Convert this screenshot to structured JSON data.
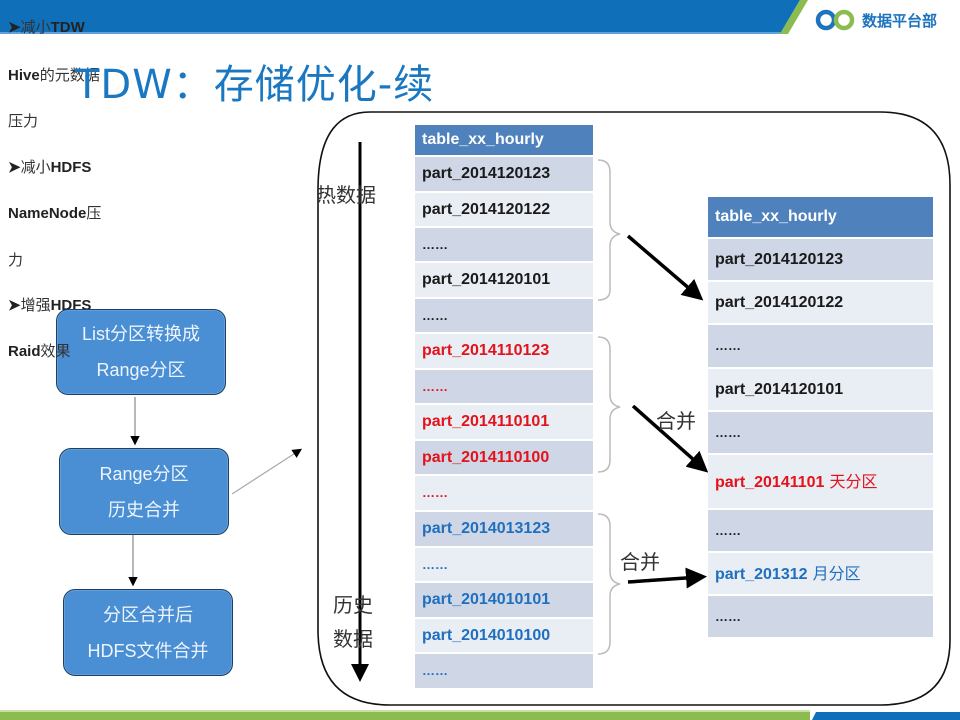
{
  "colors": {
    "header_blue": "#0f6fb8",
    "accent_green": "#8cbc4f",
    "title_blue": "#1a78c2",
    "table_header": "#4f81bd",
    "row_dark": "#cfd7e6",
    "row_light": "#e9edf4",
    "hot_text": "#1a1a1a",
    "day_text": "#e3121b",
    "month_text": "#1f6fbf"
  },
  "logo": {
    "icon": "infinity-logo-icon",
    "text": "数据平台部"
  },
  "title": "TDW：存储优化-续",
  "side_notes": [
    {
      "bullet": "➤",
      "latin": "",
      "cn": "减小",
      "latin2": "TDW"
    },
    {
      "bullet": "",
      "latin": "Hive",
      "cn": "的元数据",
      "latin2": ""
    },
    {
      "bullet": "",
      "latin": "",
      "cn": "压力",
      "latin2": ""
    },
    {
      "bullet": "➤",
      "latin": "",
      "cn": "减小",
      "latin2": "HDFS"
    },
    {
      "bullet": "",
      "latin": "NameNode",
      "cn": "压",
      "latin2": ""
    },
    {
      "bullet": "",
      "latin": "",
      "cn": "力",
      "latin2": ""
    },
    {
      "bullet": "➤",
      "latin": "",
      "cn": "增强",
      "latin2": "HDFS"
    },
    {
      "bullet": "",
      "latin": "Raid",
      "cn": "效果",
      "latin2": ""
    }
  ],
  "flow_steps": [
    {
      "line1": "List分区转换成",
      "line2": "Range分区"
    },
    {
      "line1": "Range分区",
      "line2": "历史合并"
    },
    {
      "line1": "分区合并后",
      "line2": "HDFS文件合并"
    }
  ],
  "axis_labels": {
    "hot": "热数据",
    "history_1": "历史",
    "history_2": "数据"
  },
  "merge_label": "合并",
  "left_table": {
    "header": "table_xx_hourly",
    "rows": [
      {
        "text": "part_2014120123",
        "tone": "black"
      },
      {
        "text": "part_2014120122",
        "tone": "black"
      },
      {
        "text": "……",
        "tone": "black"
      },
      {
        "text": "part_2014120101",
        "tone": "black"
      },
      {
        "text": "……",
        "tone": "black"
      },
      {
        "text": "part_2014110123",
        "tone": "red"
      },
      {
        "text": "……",
        "tone": "red"
      },
      {
        "text": "part_2014110101",
        "tone": "red"
      },
      {
        "text": "part_2014110100",
        "tone": "red"
      },
      {
        "text": "……",
        "tone": "red"
      },
      {
        "text": "part_2014013123",
        "tone": "blue"
      },
      {
        "text": "……",
        "tone": "blue"
      },
      {
        "text": "part_2014010101",
        "tone": "blue"
      },
      {
        "text": "part_2014010100",
        "tone": "blue"
      },
      {
        "text": "……",
        "tone": "blue"
      }
    ]
  },
  "right_table": {
    "header": "table_xx_hourly",
    "rows": [
      {
        "text": "part_2014120123",
        "suffix": "",
        "tone": "black"
      },
      {
        "text": "part_2014120122",
        "suffix": "",
        "tone": "black"
      },
      {
        "text": "……",
        "suffix": "",
        "tone": "black"
      },
      {
        "text": "part_2014120101",
        "suffix": "",
        "tone": "black"
      },
      {
        "text": "……",
        "suffix": "",
        "tone": "black"
      },
      {
        "text": "part_20141101",
        "suffix": " 天分区",
        "tone": "red"
      },
      {
        "text": "……",
        "suffix": "",
        "tone": "black"
      },
      {
        "text": "part_201312",
        "suffix": " 月分区",
        "tone": "blue"
      },
      {
        "text": "……",
        "suffix": "",
        "tone": "black"
      }
    ]
  }
}
